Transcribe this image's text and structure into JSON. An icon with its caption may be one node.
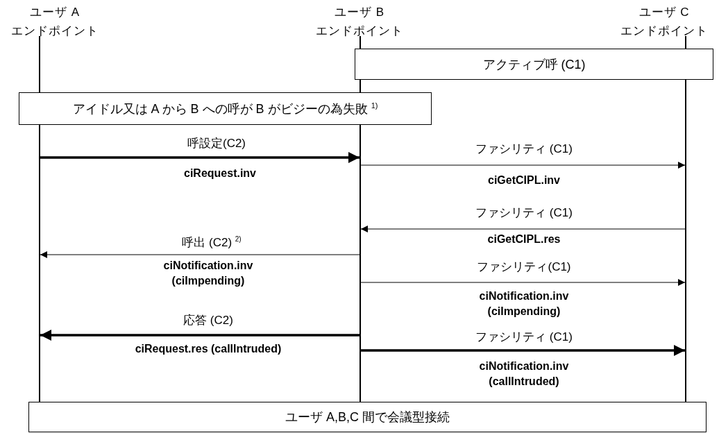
{
  "diagram": {
    "nodes": [
      {
        "text": [
          "ユーザ A",
          "エンドポイント"
        ]
      },
      {
        "text": [
          "ユーザ B",
          "エンドポイント"
        ]
      },
      {
        "text": [
          "ユーザ C",
          "エンドポイント"
        ]
      },
      {
        "text": [],
        "shape": "bar"
      },
      {
        "text": [],
        "shape": "bar"
      },
      {
        "text": [],
        "shape": "bar"
      },
      {
        "text": [
          "アクティブ呼 (C1)"
        ]
      },
      {
        "text": [
          "アイドル又は A から B への呼が B がビジーの為失敗 $^{1)}$"
        ]
      },
      {
        "text": [
          "ユーザ A,B,C 間で会議型接続"
        ]
      }
    ],
    "edges": [
      {
        "from": 3,
        "to": 4,
        "arrow": "to",
        "label": "呼設定(C2)",
        "style": "thick"
      },
      {
        "from": 4,
        "to": 5,
        "arrow": "to",
        "label": "ファシリティ (C1)"
      },
      {
        "from": 5,
        "to": 4,
        "arrow": "to",
        "label": "ファシリティ (C1)"
      },
      {
        "from": 4,
        "to": 3,
        "arrow": "to",
        "label": "呼出 (C2) $^{2)}$"
      },
      {
        "from": 4,
        "to": 5,
        "arrow": "to",
        "label": "ファシリティ(C1)"
      },
      {
        "from": 4,
        "to": 3,
        "arrow": "to",
        "label": "応答 (C2)",
        "style": "thick"
      },
      {
        "from": 4,
        "to": 5,
        "arrow": "to",
        "label": "ファシリティ (C1)",
        "style": "thick"
      }
    ],
    "labels": [
      "ciRequest.inv",
      "ciGetCIPL.inv",
      "ciGetCIPL.res",
      "ciNotification.inv (ciImpending)",
      "ciNotification.inv (ciImpending)",
      "ciRequest.res (callIntruded)",
      "ciNotification.inv (callIntruded)"
    ]
  }
}
